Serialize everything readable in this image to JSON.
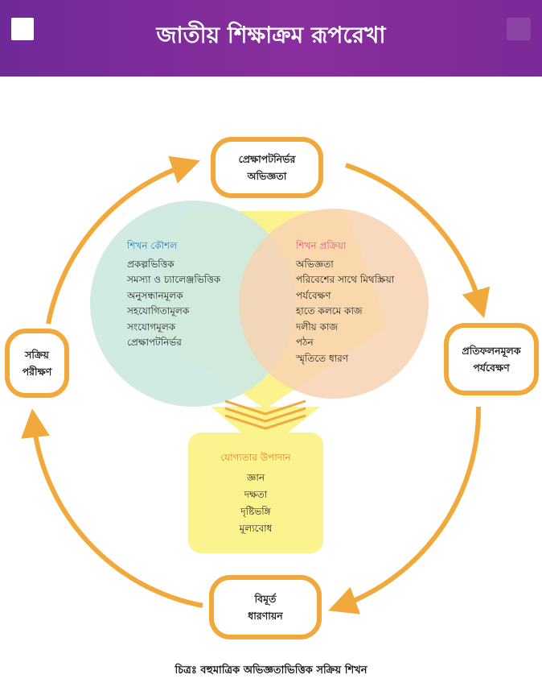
{
  "header": {
    "title": "জাতীয় শিক্ষাক্রম রূপরেখা"
  },
  "nodes": {
    "top": [
      "প্রেক্ষাপটনির্ভর",
      "অভিজ্ঞতা"
    ],
    "right": [
      "প্রতিফলনমূলক",
      "পর্যবেক্ষণ"
    ],
    "bottom": [
      "বিমূর্ত",
      "ধারণায়ন"
    ],
    "left": [
      "সক্রিয়",
      "পরীক্ষণ"
    ]
  },
  "learning_strategy": {
    "heading": "শিখন কৌশল",
    "items": [
      "প্রকল্পভিত্তিক",
      "সমস্যা ও চ্যালেঞ্জভিত্তিক",
      "অনুসন্ধানমূলক",
      "সহযোগিতামূলক",
      "সংযোগমূলক",
      "প্রেক্ষাপটনির্ভর"
    ]
  },
  "learning_process": {
    "heading": "শিখন প্রক্রিয়া",
    "items": [
      "অভিজ্ঞতা",
      "পরিবেশের সাথে মিথস্ক্রিয়া",
      "পর্যবেক্ষণ",
      "হাতে কলমে কাজ",
      "দলীয় কাজ",
      "পঠন",
      "স্মৃতিতে ধারণ"
    ]
  },
  "competency": {
    "heading": "যোগ্যতার উপাদান",
    "items": [
      "জ্ঞান",
      "দক্ষতা",
      "দৃষ্টিভঙ্গি",
      "মূল্যবোধ"
    ]
  },
  "caption": "চিত্রঃ বহুমাত্রিক অভিজ্ঞতাভিত্তিক সক্রিয় শিখন",
  "colors": {
    "header": "#7a2a98",
    "arrow": "#f2a93b",
    "strategy_circle": "#cfe9e0",
    "process_circle": "#f7d2b2",
    "funnel": "#fbf38e",
    "strategy_heading": "#2f7fb8",
    "process_heading": "#e0567c",
    "competency_heading": "#e07a2a"
  }
}
